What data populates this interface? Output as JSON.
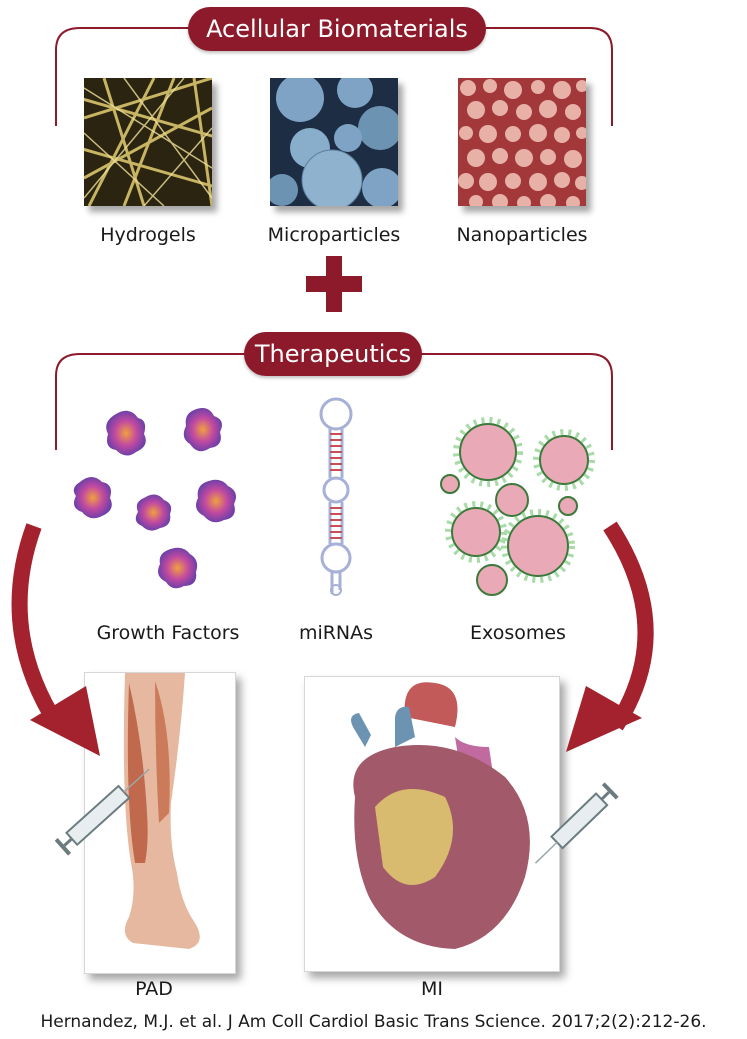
{
  "sections": {
    "biomaterials": {
      "title": "Acellular Biomaterials",
      "items": [
        "Hydrogels",
        "Microparticles",
        "Nanoparticles"
      ]
    },
    "therapeutics": {
      "title": "Therapeutics",
      "items": [
        "Growth Factors",
        "miRNAs",
        "Exosomes"
      ]
    }
  },
  "targets": {
    "left": "PAD",
    "right": "MI"
  },
  "citation": "Hernandez, M.J. et al. J Am Coll Cardiol Basic Trans Science. 2017;2(2):212-26.",
  "colors": {
    "accent": "#8d1a2a",
    "arrow": "#a3222e",
    "hydrogel": "#c9b35a",
    "micro": "#6d93b3",
    "nano": "#c46a6a"
  },
  "icons": [
    "plus-icon",
    "curved-arrow-icon",
    "syringe-icon"
  ]
}
